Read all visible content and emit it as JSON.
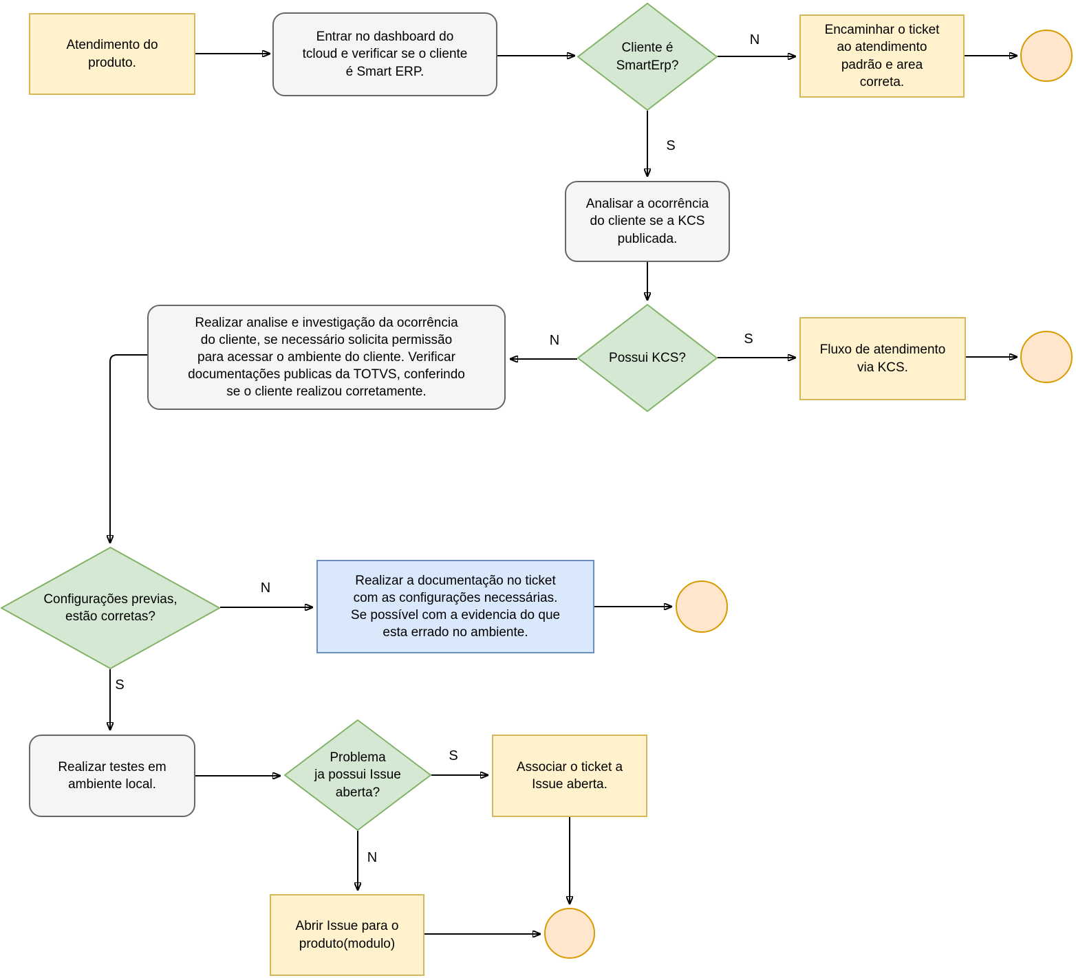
{
  "diagram": {
    "nodes": {
      "start": {
        "label": "Atendimento do\nproduto."
      },
      "dashboard": {
        "label": "Entrar no dashboard do\ntcloud e verificar se o cliente\né Smart ERP."
      },
      "is_smarterp": {
        "label": "Cliente é\nSmartErp?"
      },
      "forward_ticket": {
        "label": "Encaminhar o ticket\nao atendimento\npadrão e area\ncorreta."
      },
      "analyze_kcs": {
        "label": "Analisar a ocorrência\ndo cliente se a KCS\npublicada."
      },
      "has_kcs": {
        "label": "Possui KCS?"
      },
      "kcs_flow": {
        "label": "Fluxo de atendimento\nvia KCS."
      },
      "investigate": {
        "label": "Realizar analise e investigação da ocorrência\ndo cliente, se necessário solicita permissão\npara acessar o ambiente do cliente. Verificar\ndocumentações publicas da TOTVS, conferindo\nse o cliente realizou corretamente."
      },
      "config_ok": {
        "label": "Configurações previas,\nestão corretas?"
      },
      "document_ticket": {
        "label": "Realizar a documentação no ticket\ncom as configurações necessárias.\nSe possível com a evidencia do que\nesta errado no ambiente."
      },
      "local_tests": {
        "label": "Realizar testes em\nambiente local."
      },
      "issue_exists": {
        "label": "Problema\nja possui Issue\naberta?"
      },
      "associate_issue": {
        "label": "Associar o ticket a\nIssue aberta."
      },
      "open_issue": {
        "label": "Abrir Issue para o\nproduto(modulo)"
      }
    },
    "edge_labels": {
      "smarterp_no": "N",
      "smarterp_yes": "S",
      "kcs_yes": "S",
      "kcs_no": "N",
      "config_no": "N",
      "config_yes": "S",
      "issue_yes": "S",
      "issue_no": "N"
    },
    "colors": {
      "task-fill": "#FFF2CC",
      "task-stroke": "#D6B656",
      "decision-fill": "#D5E8D4",
      "decision-stroke": "#82B366",
      "step-fill": "#F5F5F5",
      "step-stroke": "#666666",
      "note-fill": "#DAE8FC",
      "note-stroke": "#6C8EBF",
      "end-fill": "#FFE6CC",
      "end-stroke": "#D79B00",
      "connector": "#000000"
    }
  }
}
